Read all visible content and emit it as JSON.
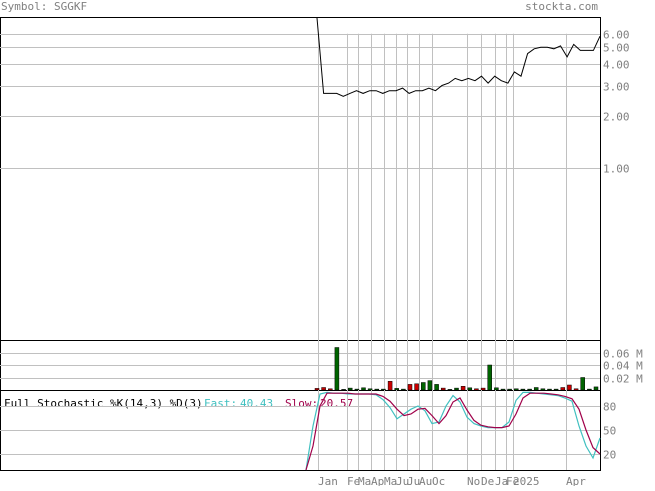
{
  "header": {
    "symbol_label": "Symbol: SGGKF",
    "site": "stockta.com"
  },
  "colors": {
    "frame": "#000000",
    "grid": "#c0c0c0",
    "price_line": "#000000",
    "label": "#808080",
    "vol_up": "#006400",
    "vol_down": "#cc0000",
    "fast": "#40c0c0",
    "slow": "#a0004a",
    "stoch_title": "#000000"
  },
  "chart_data": [
    {
      "type": "line",
      "panel": "price",
      "scale": "log",
      "ylim": [
        0.1,
        7.5
      ],
      "y_ticks": [
        1.0,
        2.0,
        3.0,
        4.0,
        5.0,
        6.0
      ],
      "y_tick_labels": [
        "1.00",
        "2.00",
        "3.00",
        "4.00",
        "5.00",
        "6.00"
      ],
      "x_labels": [
        "Jan",
        "Feb",
        "Mar",
        "Apr",
        "May",
        "Jun",
        "Jul",
        "Aug",
        "Oct",
        "Nov",
        "Dec",
        "Jan",
        "Feb",
        "2025",
        "Apr"
      ],
      "x_label_display": [
        "Jan",
        "Fe",
        "Ma",
        "Ap",
        "Ma",
        "Ju",
        "Ju",
        "Au",
        "Oc",
        "No",
        "De",
        "Ja",
        "Fe",
        "2025",
        "Apr"
      ],
      "series": [
        {
          "values": [
            7.4,
            2.7,
            2.7,
            2.7,
            2.6,
            2.7,
            2.8,
            2.7,
            2.8,
            2.8,
            2.7,
            2.8,
            2.8,
            2.9,
            2.7,
            2.8,
            2.8,
            2.9,
            2.8,
            3.0,
            3.1,
            3.3,
            3.2,
            3.3,
            3.2,
            3.4,
            3.1,
            3.4,
            3.2,
            3.1,
            3.6,
            3.4,
            4.6,
            4.9,
            5.0,
            5.0,
            4.9,
            5.1,
            4.4,
            5.2,
            4.8,
            4.8,
            4.8,
            5.8
          ]
        }
      ]
    },
    {
      "type": "bar",
      "panel": "volume",
      "unit": "M",
      "ylim": [
        0,
        0.08
      ],
      "y_ticks": [
        0.02,
        0.04,
        0.06
      ],
      "y_tick_labels": [
        "0.02 M",
        "0.04 M",
        "0.06 M"
      ],
      "bars": [
        {
          "v": 0.0025,
          "up": false
        },
        {
          "v": 0.004,
          "up": false
        },
        {
          "v": 0.002,
          "up": false
        },
        {
          "v": 0.068,
          "up": true
        },
        {
          "v": 0.001,
          "up": true
        },
        {
          "v": 0.003,
          "up": true
        },
        {
          "v": 0.0015,
          "up": true
        },
        {
          "v": 0.0035,
          "up": true
        },
        {
          "v": 0.002,
          "up": true
        },
        {
          "v": 0.0015,
          "up": true
        },
        {
          "v": 0.0015,
          "up": true
        },
        {
          "v": 0.014,
          "up": false
        },
        {
          "v": 0.0025,
          "up": true
        },
        {
          "v": 0.0015,
          "up": true
        },
        {
          "v": 0.009,
          "up": false
        },
        {
          "v": 0.01,
          "up": false
        },
        {
          "v": 0.012,
          "up": true
        },
        {
          "v": 0.015,
          "up": true
        },
        {
          "v": 0.009,
          "up": true
        },
        {
          "v": 0.003,
          "up": false
        },
        {
          "v": 0.001,
          "up": true
        },
        {
          "v": 0.003,
          "up": true
        },
        {
          "v": 0.006,
          "up": false
        },
        {
          "v": 0.0035,
          "up": true
        },
        {
          "v": 0.002,
          "up": false
        },
        {
          "v": 0.003,
          "up": false
        },
        {
          "v": 0.04,
          "up": true
        },
        {
          "v": 0.0035,
          "up": true
        },
        {
          "v": 0.0015,
          "up": true
        },
        {
          "v": 0.0015,
          "up": true
        },
        {
          "v": 0.002,
          "up": true
        },
        {
          "v": 0.0015,
          "up": true
        },
        {
          "v": 0.0015,
          "up": true
        },
        {
          "v": 0.004,
          "up": true
        },
        {
          "v": 0.002,
          "up": true
        },
        {
          "v": 0.0015,
          "up": true
        },
        {
          "v": 0.0015,
          "up": true
        },
        {
          "v": 0.004,
          "up": false
        },
        {
          "v": 0.008,
          "up": false
        },
        {
          "v": 0.002,
          "up": false
        },
        {
          "v": 0.02,
          "up": true
        },
        {
          "v": 0.0015,
          "up": true
        },
        {
          "v": 0.005,
          "up": true
        }
      ]
    },
    {
      "type": "line",
      "panel": "stochastic",
      "title": "Full Stochastic %K(14,3) %D(3)",
      "fast_label": "Fast:",
      "fast_value": "40.43",
      "slow_label": "Slow:",
      "slow_value": "20.57",
      "ylim": [
        0,
        100
      ],
      "y_ticks": [
        20,
        50,
        80
      ],
      "y_tick_labels": [
        "20",
        "50",
        "80"
      ],
      "series": [
        {
          "name": "Fast",
          "values": [
            0,
            55,
            95,
            97,
            96,
            96,
            95,
            95,
            95,
            95,
            94,
            88,
            78,
            64,
            70,
            76,
            80,
            74,
            58,
            60,
            80,
            93,
            85,
            66,
            58,
            55,
            53,
            53,
            53,
            60,
            87,
            97,
            97,
            96,
            95,
            94,
            93,
            90,
            86,
            55,
            30,
            15,
            40
          ]
        },
        {
          "name": "Slow",
          "values": [
            0,
            30,
            80,
            96,
            96,
            96,
            96,
            95,
            95,
            95,
            95,
            92,
            86,
            76,
            68,
            70,
            76,
            77,
            68,
            58,
            68,
            85,
            90,
            75,
            62,
            56,
            54,
            53,
            53,
            55,
            70,
            90,
            96,
            96,
            96,
            95,
            94,
            92,
            89,
            76,
            50,
            28,
            20
          ]
        }
      ]
    }
  ]
}
